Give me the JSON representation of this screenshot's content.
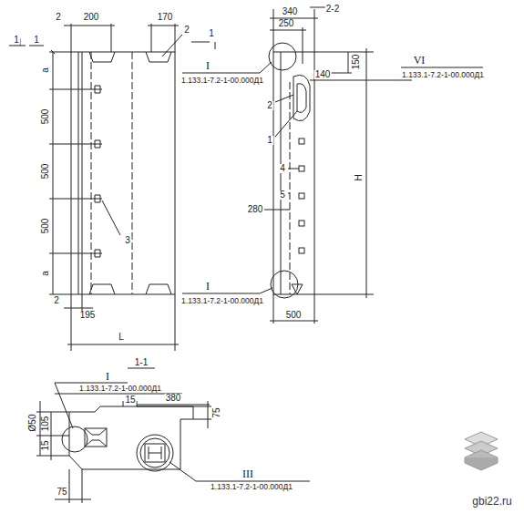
{
  "diagram": {
    "labels": [
      "1",
      "1",
      "2",
      "200",
      "170",
      "2",
      "1",
      "а",
      "500",
      "500",
      "500",
      "а",
      "3",
      "2",
      "195",
      "L",
      "340",
      "2-2",
      "250",
      "I",
      "1.133.1-7.2-1-00.000Д1",
      "2",
      "1",
      "4",
      "5",
      "140",
      "VI",
      "1.133.1-7.2-1-00.000Д1",
      "150",
      "H",
      "280",
      "I",
      "1.133.1-7.2-1-00.000Д1",
      "500",
      "I",
      "1.133.1-7.2-1-00.000Д1",
      "1-1",
      "380",
      "15",
      "75",
      "Ø50",
      "105",
      "15",
      "75",
      "III",
      "1.133.1-7.2-1-00.000Д1",
      "gbi22.ru"
    ]
  }
}
